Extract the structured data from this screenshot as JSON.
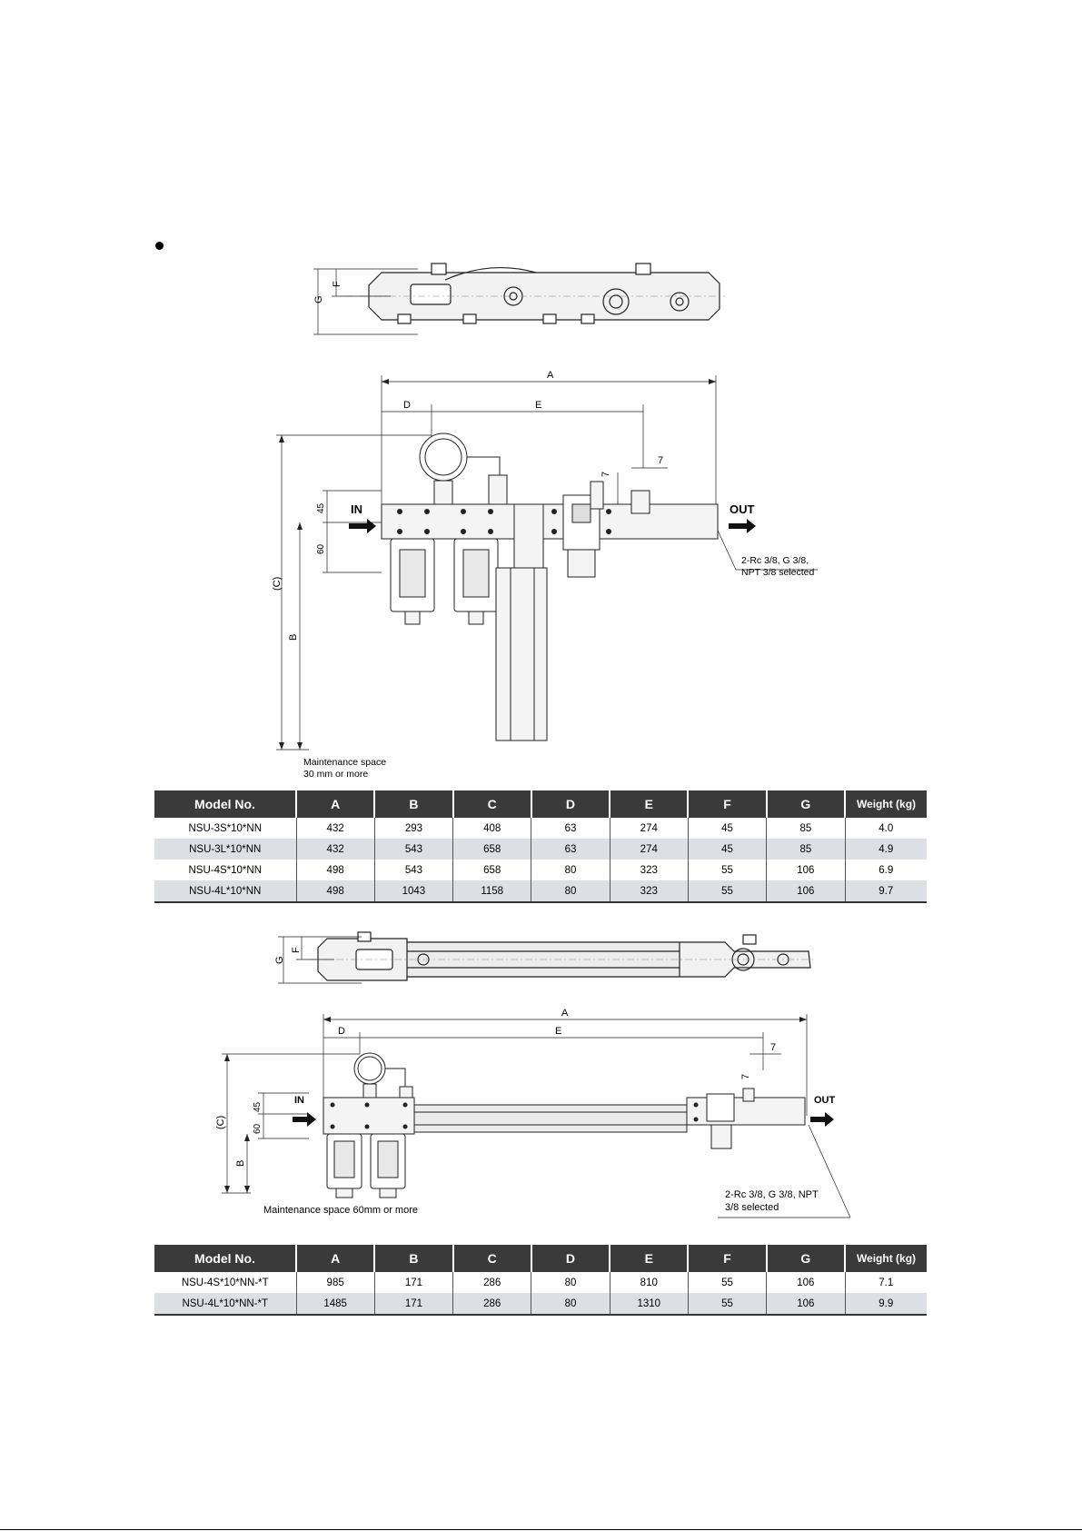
{
  "drawing1": {
    "top_view": {
      "dim_g": "G",
      "dim_f": "F"
    },
    "front_view": {
      "dim_a": "A",
      "dim_d": "D",
      "dim_e": "E",
      "dim_7a": "7",
      "dim_7b": "7",
      "dim_45": "45",
      "dim_60": "60",
      "dim_c": "(C)",
      "dim_b": "B",
      "in_label": "IN",
      "out_label": "OUT",
      "port_note": [
        "2-Rc 3/8, G 3/8,",
        "NPT 3/8 selected"
      ],
      "maintenance_note": [
        "Maintenance space",
        "30 mm or more"
      ]
    }
  },
  "table1": {
    "headers": [
      "Model No.",
      "A",
      "B",
      "C",
      "D",
      "E",
      "F",
      "G",
      "Weight (kg)"
    ],
    "rows": [
      [
        "NSU-3S*10*NN",
        "432",
        "293",
        "408",
        "63",
        "274",
        "45",
        "85",
        "4.0"
      ],
      [
        "NSU-3L*10*NN",
        "432",
        "543",
        "658",
        "63",
        "274",
        "45",
        "85",
        "4.9"
      ],
      [
        "NSU-4S*10*NN",
        "498",
        "543",
        "658",
        "80",
        "323",
        "55",
        "106",
        "6.9"
      ],
      [
        "NSU-4L*10*NN",
        "498",
        "1043",
        "1158",
        "80",
        "323",
        "55",
        "106",
        "9.7"
      ]
    ]
  },
  "drawing2": {
    "top_view": {
      "dim_g": "G",
      "dim_f": "F"
    },
    "front_view": {
      "dim_a": "A",
      "dim_d": "D",
      "dim_e": "E",
      "dim_7a": "7",
      "dim_7b": "7",
      "dim_45": "45",
      "dim_60": "60",
      "dim_c": "(C)",
      "dim_b": "B",
      "in_label": "IN",
      "out_label": "OUT",
      "port_note": [
        "2-Rc 3/8, G 3/8, NPT",
        "3/8 selected"
      ],
      "maintenance_note": "Maintenance space 60mm or more"
    }
  },
  "table2": {
    "headers": [
      "Model No.",
      "A",
      "B",
      "C",
      "D",
      "E",
      "F",
      "G",
      "Weight (kg)"
    ],
    "rows": [
      [
        "NSU-4S*10*NN-*T",
        "985",
        "171",
        "286",
        "80",
        "810",
        "55",
        "106",
        "7.1"
      ],
      [
        "NSU-4L*10*NN-*T",
        "1485",
        "171",
        "286",
        "80",
        "1310",
        "55",
        "106",
        "9.9"
      ]
    ]
  }
}
